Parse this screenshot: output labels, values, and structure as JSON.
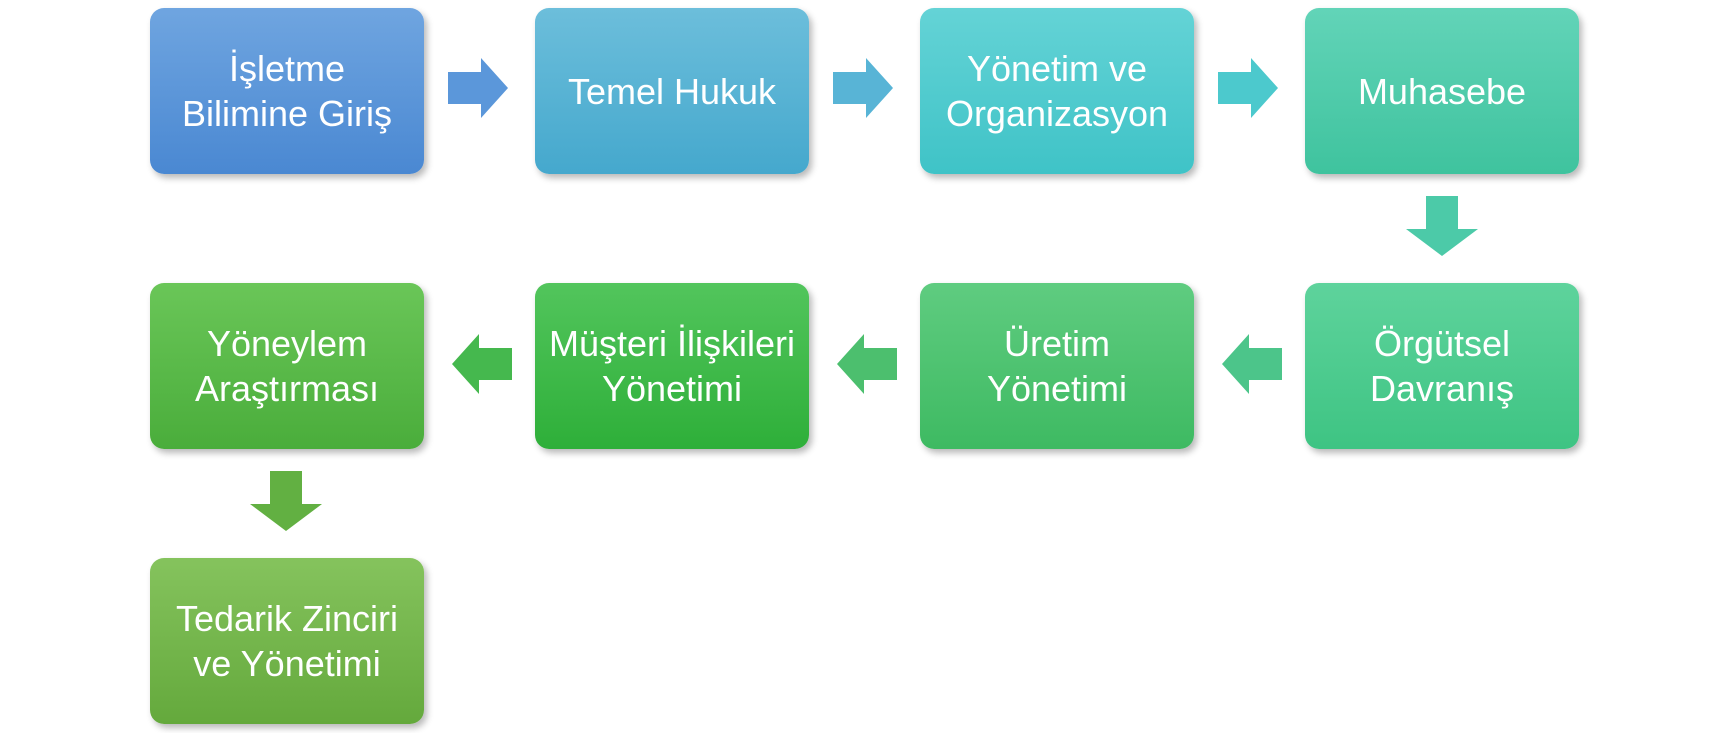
{
  "steps": [
    {
      "label": "İşletme Bilimine Giriş",
      "color_top": "#6fa5e0",
      "color_bottom": "#4a88d2"
    },
    {
      "label": "Temel Hukuk",
      "color_top": "#6cbedb",
      "color_bottom": "#45a8cd"
    },
    {
      "label": "Yönetim ve Organizasyon",
      "color_top": "#64d3d6",
      "color_bottom": "#3fc3c7"
    },
    {
      "label": "Muhasebe",
      "color_top": "#62d4b8",
      "color_bottom": "#3fc39e"
    },
    {
      "label": "Örgütsel Davranış",
      "color_top": "#5ed39c",
      "color_bottom": "#3ec483"
    },
    {
      "label": "Üretim Yönetimi",
      "color_top": "#5fcc80",
      "color_bottom": "#3eba62"
    },
    {
      "label": "Müşteri İlişkileri Yönetimi",
      "color_top": "#52c55c",
      "color_bottom": "#2eaf39"
    },
    {
      "label": "Yöneylem Araştırması",
      "color_top": "#6ac658",
      "color_bottom": "#4aad3b"
    },
    {
      "label": "Tedarik Zinciri ve Yönetimi",
      "color_top": "#85c35d",
      "color_bottom": "#64a93c"
    }
  ],
  "connector_colors": [
    "#5b97da",
    "#58b4d6",
    "#4cc9cd",
    "#4ccaa8",
    "#4cc58a",
    "#4cbf6e",
    "#45b84e",
    "#62b042"
  ]
}
